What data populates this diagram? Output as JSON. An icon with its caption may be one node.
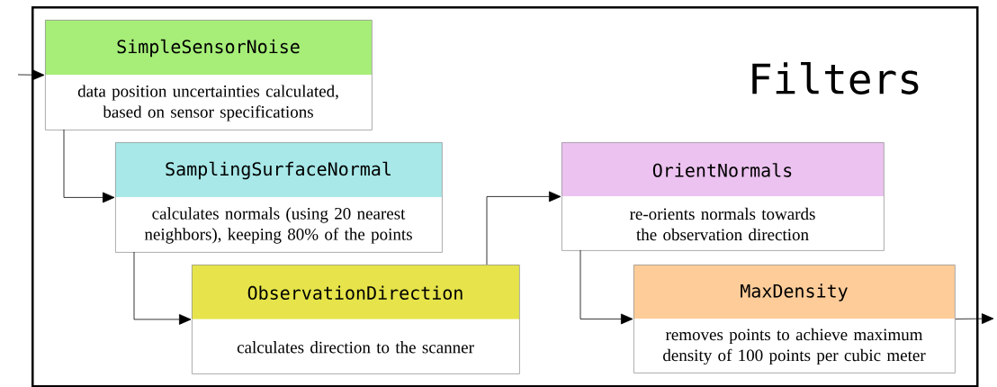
{
  "diagram": {
    "nodes": [
      {
        "text": [
          "Filters"
        ]
      },
      {
        "text": [
          "SimpleSensorNoise",
          "data position uncertainties calculated, based on sensor specifications"
        ],
        "in": 0
      },
      {
        "text": [
          "SamplingSurfaceNormal",
          "calculates normals (using 20 nearest neighbors), keeping 80% of the points"
        ],
        "in": 0
      },
      {
        "text": [
          "ObservationDirection",
          "calculates direction to the scanner"
        ],
        "in": 0
      },
      {
        "text": [
          "OrientNormals",
          "re-orients normals towards the observation direction"
        ],
        "in": 0
      },
      {
        "text": [
          "MaxDensity",
          "removes points to achieve maximum density of 100 points per cubic meter"
        ],
        "in": 0
      }
    ],
    "edges": [
      {
        "from": null,
        "to": 1,
        "arrow": "to"
      },
      {
        "from": 1,
        "to": 2,
        "arrow": "to"
      },
      {
        "from": 2,
        "to": 3,
        "arrow": "to"
      },
      {
        "from": 3,
        "to": 4,
        "arrow": "to"
      },
      {
        "from": 4,
        "to": 5,
        "arrow": "to"
      },
      {
        "from": 5,
        "to": null,
        "arrow": "to"
      }
    ]
  }
}
